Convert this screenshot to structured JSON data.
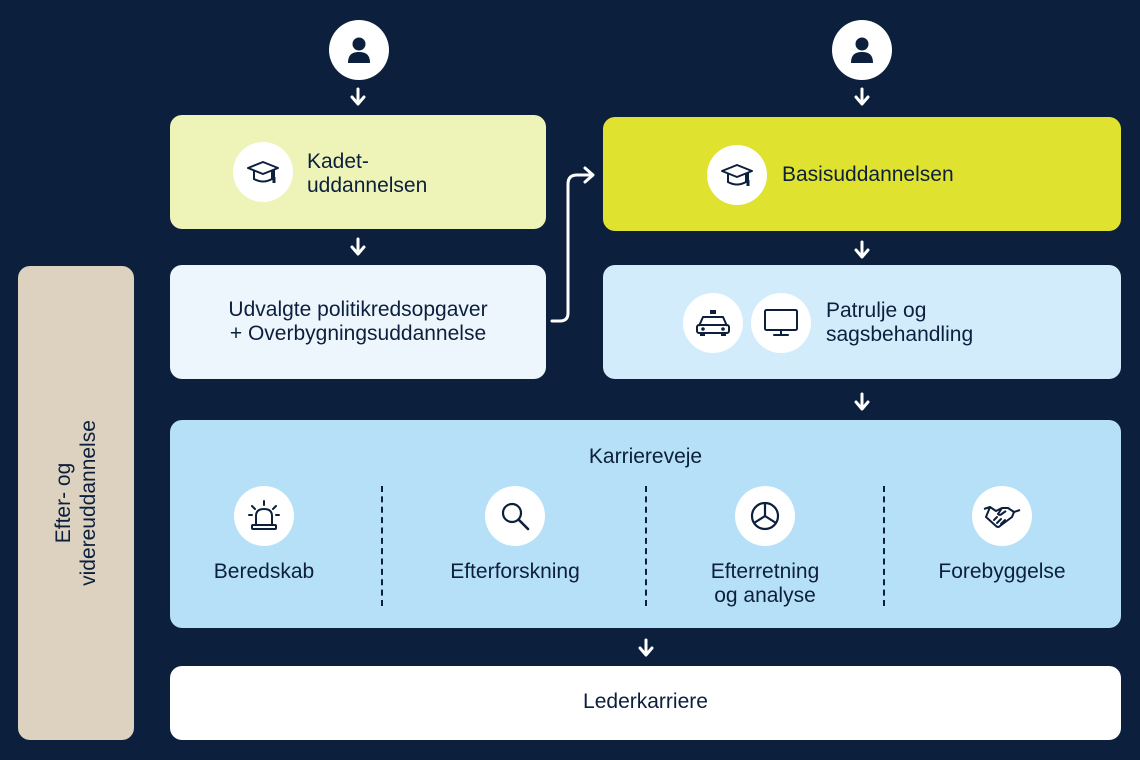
{
  "colors": {
    "background": "#0c1f3c",
    "kadet_box": "#eef3b8",
    "basis_box": "#dfe22e",
    "udvalgte_box": "#eef6fd",
    "patrulje_box": "#d2ecfb",
    "karriere_box": "#b6e0f8",
    "leder_box": "#ffffff",
    "side_box": "#dcd2bf",
    "text": "#0c1f3c"
  },
  "nodes": {
    "kadet": {
      "line1": "Kadet-",
      "line2": "uddannelsen",
      "icon": "graduation-cap-icon"
    },
    "basis": {
      "label": "Basisuddannelsen",
      "icon": "graduation-cap-icon"
    },
    "udvalgte": {
      "line1": "Udvalgte politikredsopgaver",
      "line2": "+ Overbygningsuddannelse"
    },
    "patrulje": {
      "line1": "Patrulje og",
      "line2": "sagsbehandling",
      "icons": [
        "police-car-icon",
        "monitor-icon"
      ]
    },
    "karriere": {
      "title": "Karriereveje",
      "items": [
        {
          "line1": "Beredskab",
          "line2": "",
          "icon": "siren-icon"
        },
        {
          "line1": "Efterforskning",
          "line2": "",
          "icon": "magnifier-icon"
        },
        {
          "line1": "Efterretning",
          "line2": "og analyse",
          "icon": "pie-chart-icon"
        },
        {
          "line1": "Forebyggelse",
          "line2": "",
          "icon": "handshake-icon"
        }
      ]
    },
    "leder": {
      "label": "Lederkarriere"
    },
    "side": {
      "line1": "Efter- og",
      "line2": "videreuddannelse"
    }
  },
  "start_icons": [
    "person-icon",
    "person-icon"
  ]
}
